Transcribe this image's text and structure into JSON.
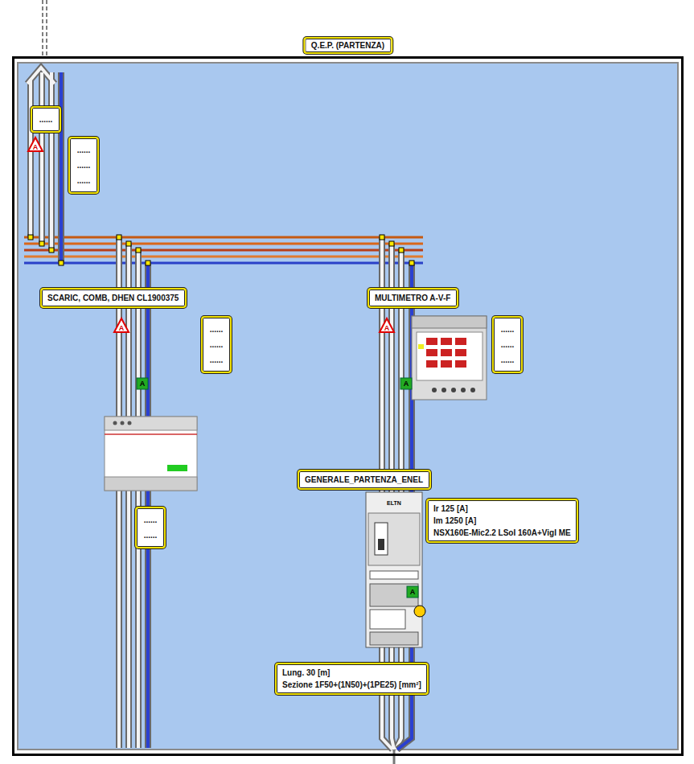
{
  "diagram": {
    "nodes": [
      {
        "text": [
          "Q.E.P. (PARTENZA)"
        ]
      },
      {
        "text": [
          "......"
        ],
        "in": 0
      },
      {
        "text": [
          "...... ...... ......"
        ],
        "in": 0
      },
      {
        "text": [
          "SCARIC, COMB, DHEN CL1900375"
        ],
        "in": 0
      },
      {
        "text": [
          "...... ...... ......"
        ],
        "in": 0
      },
      {
        "text": [
          "...... ......"
        ],
        "in": 0
      },
      {
        "text": [
          "MULTIMETRO A-V-F"
        ],
        "in": 0
      },
      {
        "text": [
          "...... ...... ......"
        ],
        "in": 0
      },
      {
        "text": [
          "GENERALE_PARTENZA_ENEL"
        ],
        "in": 0
      },
      {
        "text": [
          "Ir 125 [A]",
          "Im 1250 [A]",
          "NSX160E-Mic2.2 LSoI 160A+VigI ME"
        ],
        "in": 0
      },
      {
        "text": [
          "Lung. 30 [m]",
          "Sezione 1F50+(1N50)+(1PE25) [mm²]"
        ],
        "in": 0
      }
    ],
    "labels": [
      "A",
      "A",
      "A",
      "A",
      "A",
      "A",
      "ELTN"
    ]
  }
}
